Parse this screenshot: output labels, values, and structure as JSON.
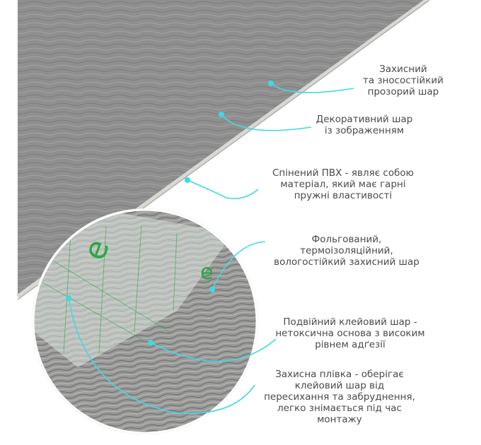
{
  "labels": [
    {
      "text": "Захисний\nта зносостійкий\nпрозорий шар"
    },
    {
      "text": "Декоративний шар\nіз зображенням"
    },
    {
      "text": "Спінений ПВХ - являє собою\nматеріал, який має гарні\nпружні властивості"
    },
    {
      "text": "Фольгований,\nтермоізоляційний,\nвологостійкий захисний шар"
    },
    {
      "text": "Подвійний клейовий шар -\nнетоксична основа з високим\nрівнем адґезії"
    },
    {
      "text": "Захисна плівка - оберігає\nклейовий шар від\nпересихання та забруднення,\nлегко знімається під час\nмонтажу"
    }
  ],
  "colors": {
    "accent": "#3fd9e3",
    "panel": "#8e8e8e",
    "text": "#4a4a4a"
  }
}
